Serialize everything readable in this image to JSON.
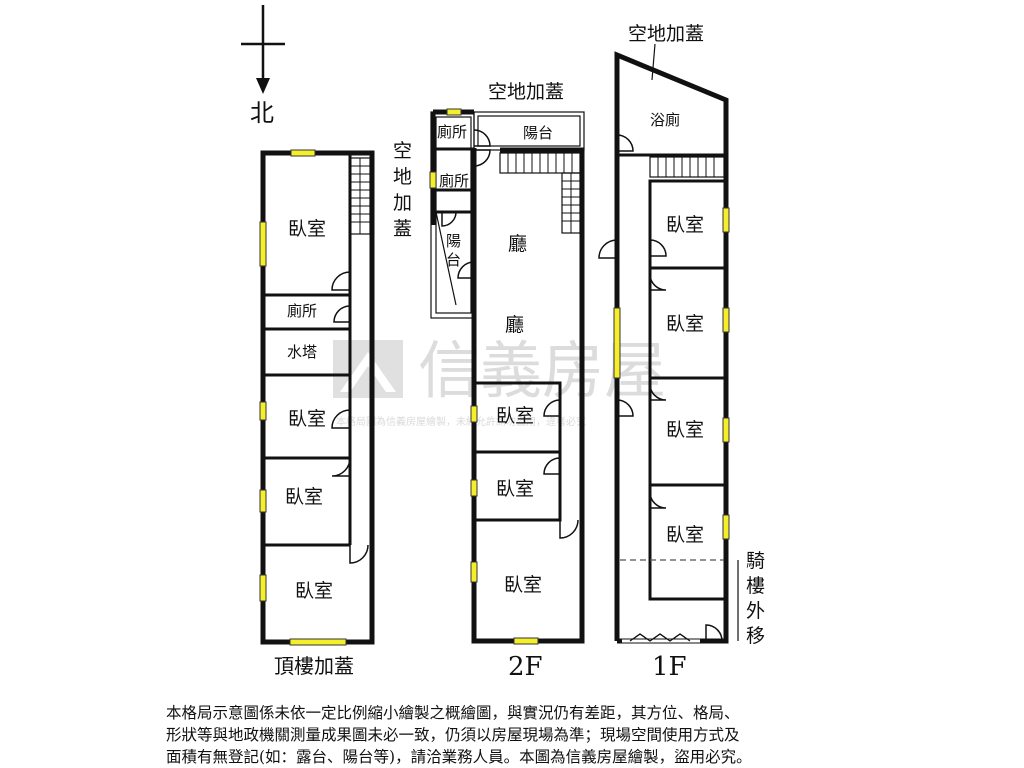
{
  "compass": {
    "north_label": "北"
  },
  "watermark": {
    "brand": "信義房屋",
    "subtext": "本格局圖為信義房屋繪製，未經允許請勿盜用，違者必究"
  },
  "rooftop": {
    "floor_label": "頂樓加蓋",
    "rooms": [
      "臥室",
      "廁所",
      "水塔",
      "臥室",
      "臥室",
      "臥室"
    ]
  },
  "floor2": {
    "floor_label": "2F",
    "addon_top": "空地加蓋",
    "addon_side": [
      "空",
      "地",
      "加",
      "蓋"
    ],
    "rooms": [
      "廁所",
      "陽台",
      "廁所",
      "陽",
      "台",
      "廳",
      "廳",
      "臥室",
      "臥室",
      "臥室"
    ]
  },
  "floor1": {
    "floor_label": "1F",
    "addon_top": "空地加蓋",
    "arcade_note": [
      "騎",
      "樓",
      "外",
      "移"
    ],
    "rooms": [
      "浴廁",
      "臥室",
      "臥室",
      "臥室",
      "臥室"
    ]
  },
  "disclaimer": [
    "本格局示意圖係未依一定比例縮小繪製之概繪圖，與實況仍有差距，其方位、格局、",
    "形狀等與地政機關測量成果圖未必一致，仍須以房屋現場為準；現場空間使用方式及",
    "面積有無登記(如：露台、陽台等)，請洽業務人員。本圖為信義房屋繪製，盜用必究。"
  ]
}
